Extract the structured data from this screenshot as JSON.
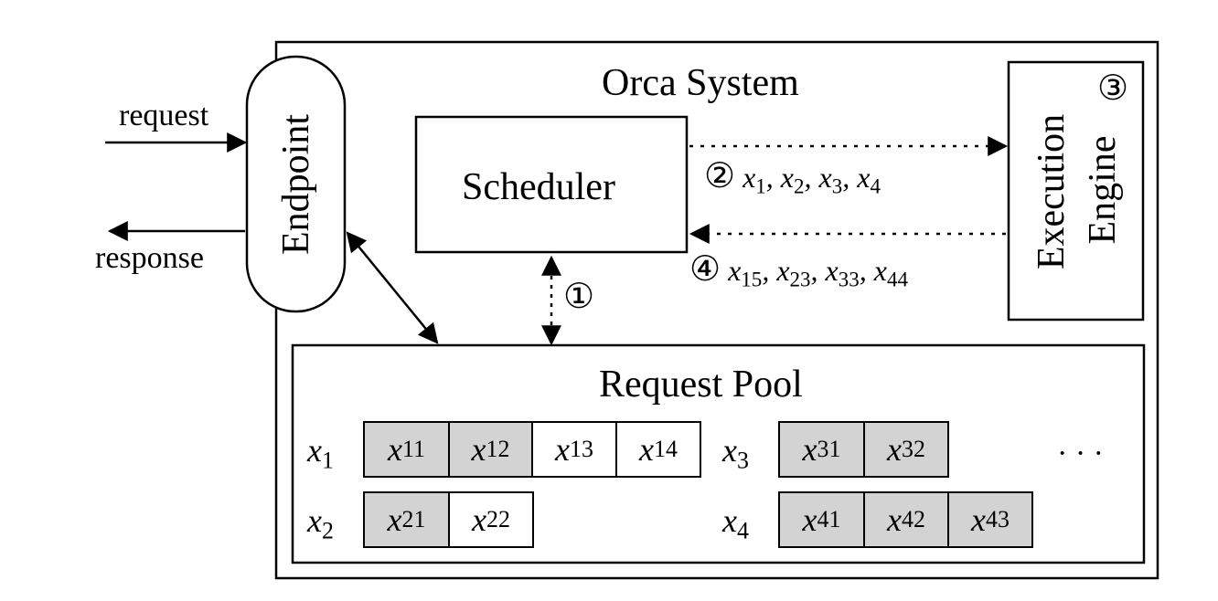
{
  "system": {
    "title": "Orca System"
  },
  "endpoint": {
    "label": "Endpoint"
  },
  "scheduler": {
    "label": "Scheduler"
  },
  "engine": {
    "label_line1": "Execution",
    "label_line2": "Engine",
    "step_marker": "③"
  },
  "pool": {
    "title": "Request Pool",
    "ellipsis": "· · ·",
    "rows": [
      {
        "var": "x",
        "sub": "1",
        "cells": [
          {
            "var": "x",
            "sub": "11",
            "done": true
          },
          {
            "var": "x",
            "sub": "12",
            "done": true
          },
          {
            "var": "x",
            "sub": "13",
            "done": false
          },
          {
            "var": "x",
            "sub": "14",
            "done": false
          }
        ]
      },
      {
        "var": "x",
        "sub": "2",
        "cells": [
          {
            "var": "x",
            "sub": "21",
            "done": true
          },
          {
            "var": "x",
            "sub": "22",
            "done": false
          }
        ]
      },
      {
        "var": "x",
        "sub": "3",
        "cells": [
          {
            "var": "x",
            "sub": "31",
            "done": true
          },
          {
            "var": "x",
            "sub": "32",
            "done": true
          }
        ]
      },
      {
        "var": "x",
        "sub": "4",
        "cells": [
          {
            "var": "x",
            "sub": "41",
            "done": true
          },
          {
            "var": "x",
            "sub": "42",
            "done": true
          },
          {
            "var": "x",
            "sub": "43",
            "done": true
          }
        ]
      }
    ]
  },
  "io": {
    "request": "request",
    "response": "response"
  },
  "steps": {
    "step1": {
      "marker": "①"
    },
    "step2": {
      "marker": "②",
      "terms": [
        {
          "var": "x",
          "sub": "1"
        },
        {
          "var": "x",
          "sub": "2"
        },
        {
          "var": "x",
          "sub": "3"
        },
        {
          "var": "x",
          "sub": "4"
        }
      ]
    },
    "step4": {
      "marker": "④",
      "terms": [
        {
          "var": "x",
          "sub": "15"
        },
        {
          "var": "x",
          "sub": "23"
        },
        {
          "var": "x",
          "sub": "33"
        },
        {
          "var": "x",
          "sub": "44"
        }
      ]
    }
  },
  "colors": {
    "completed_cell": "#d3d3d3",
    "pending_cell": "#ffffff",
    "stroke": "#000000"
  }
}
